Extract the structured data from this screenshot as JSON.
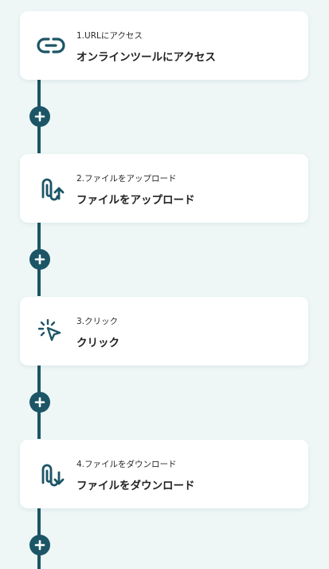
{
  "steps": [
    {
      "step_label": "1.URLにアクセス",
      "title": "オンラインツールにアクセス",
      "icon": "link-icon"
    },
    {
      "step_label": "2.ファイルをアップロード",
      "title": "ファイルをアップロード",
      "icon": "paperclip-upload-icon"
    },
    {
      "step_label": "3.クリック",
      "title": "クリック",
      "icon": "cursor-click-icon"
    },
    {
      "step_label": "4.ファイルをダウンロード",
      "title": "ファイルをダウンロード",
      "icon": "paperclip-download-icon"
    }
  ],
  "add_step_icon": "plus-icon",
  "colors": {
    "background": "#eef7f6",
    "accent": "#1c5566",
    "card": "#ffffff"
  }
}
